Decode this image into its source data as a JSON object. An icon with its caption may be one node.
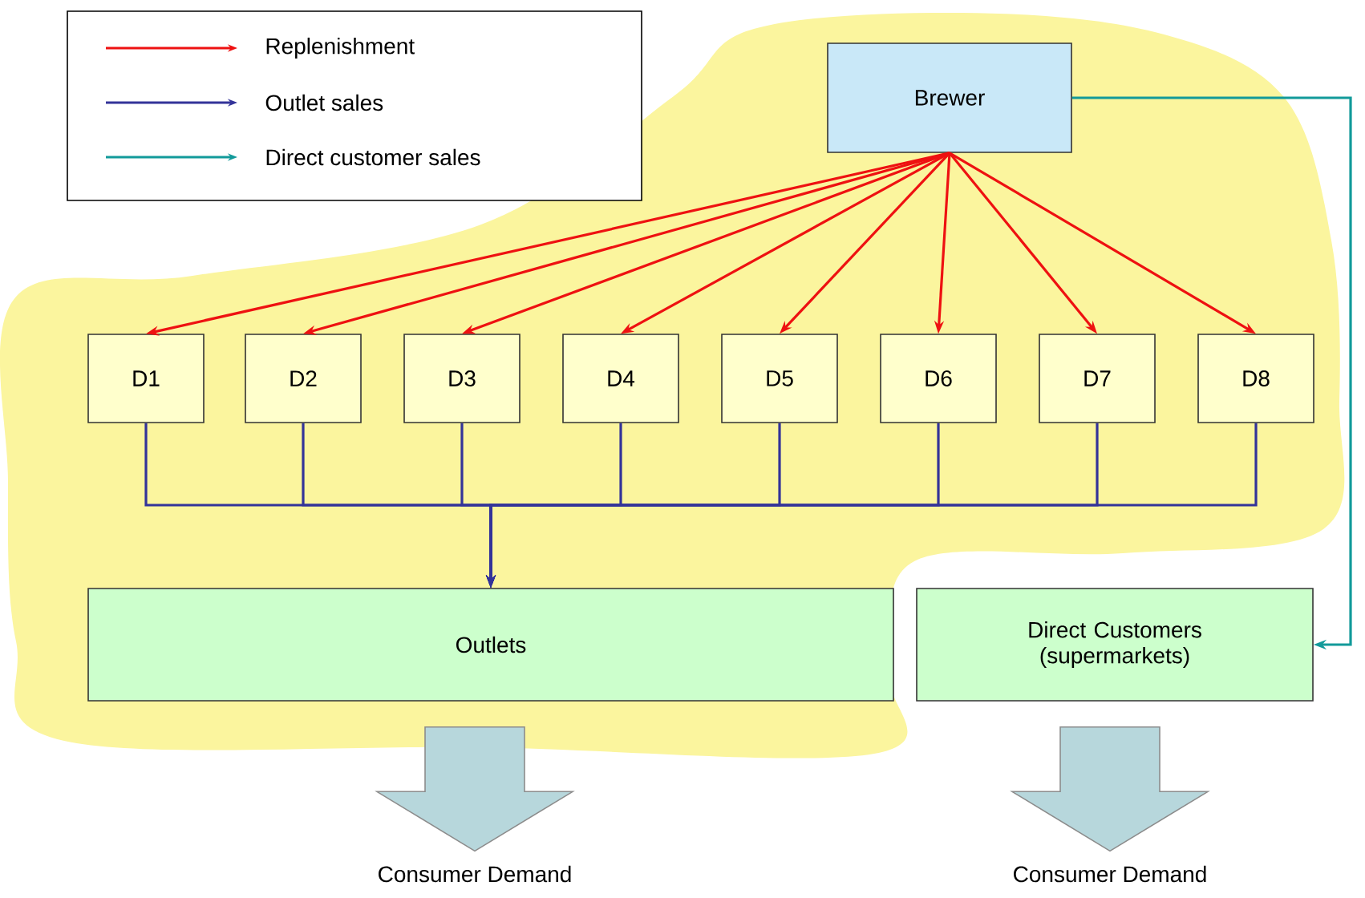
{
  "diagram": {
    "nodes": [
      {
        "text": [
          "Brewer"
        ]
      },
      {
        "text": [
          "D1"
        ]
      },
      {
        "text": [
          "D2"
        ]
      },
      {
        "text": [
          "D3"
        ]
      },
      {
        "text": [
          "D4"
        ]
      },
      {
        "text": [
          "D5"
        ]
      },
      {
        "text": [
          "D6"
        ]
      },
      {
        "text": [
          "D7"
        ]
      },
      {
        "text": [
          "D8"
        ]
      },
      {
        "text": [
          "Outlets"
        ]
      },
      {
        "text": [
          "Direct Customers (supermarkets)"
        ]
      },
      {
        "text": [
          "Consumer  Demand"
        ]
      },
      {
        "text": [
          "Consumer  Demand"
        ]
      }
    ],
    "edges": [
      {
        "from": 0,
        "to": 1,
        "arrow": "to",
        "color": "#ee1111"
      },
      {
        "from": 0,
        "to": 2,
        "arrow": "to",
        "color": "#ee1111"
      },
      {
        "from": 0,
        "to": 3,
        "arrow": "to",
        "color": "#ee1111"
      },
      {
        "from": 0,
        "to": 4,
        "arrow": "to",
        "color": "#ee1111"
      },
      {
        "from": 0,
        "to": 5,
        "arrow": "to",
        "color": "#ee1111"
      },
      {
        "from": 0,
        "to": 6,
        "arrow": "to",
        "color": "#ee1111"
      },
      {
        "from": 0,
        "to": 7,
        "arrow": "to",
        "color": "#ee1111"
      },
      {
        "from": 0,
        "to": 8,
        "arrow": "to",
        "color": "#ee1111"
      },
      {
        "from": 1,
        "to": 9,
        "arrow": "to",
        "color": "#333399"
      },
      {
        "from": 2,
        "to": 9,
        "arrow": "to",
        "color": "#333399"
      },
      {
        "from": 3,
        "to": 9,
        "arrow": "to",
        "color": "#333399"
      },
      {
        "from": 4,
        "to": 9,
        "arrow": "to",
        "color": "#333399"
      },
      {
        "from": 5,
        "to": 9,
        "arrow": "to",
        "color": "#333399"
      },
      {
        "from": 6,
        "to": 9,
        "arrow": "to",
        "color": "#333399"
      },
      {
        "from": 7,
        "to": 9,
        "arrow": "to",
        "color": "#333399"
      },
      {
        "from": 8,
        "to": 9,
        "arrow": "to",
        "color": "#333399"
      },
      {
        "from": 0,
        "to": 10,
        "arrow": "to",
        "color": "#129a9a"
      },
      {
        "from": 9,
        "to": 11,
        "arrow": "to",
        "style": "thick",
        "color": "#b7d7dc"
      },
      {
        "from": 10,
        "to": 12,
        "arrow": "to",
        "style": "thick",
        "color": "#b7d7dc"
      }
    ],
    "legend": [
      {
        "text": "Replenishment"
      },
      {
        "text": "Outlet  sales"
      },
      {
        "text": "Direct customer  sales"
      }
    ]
  }
}
